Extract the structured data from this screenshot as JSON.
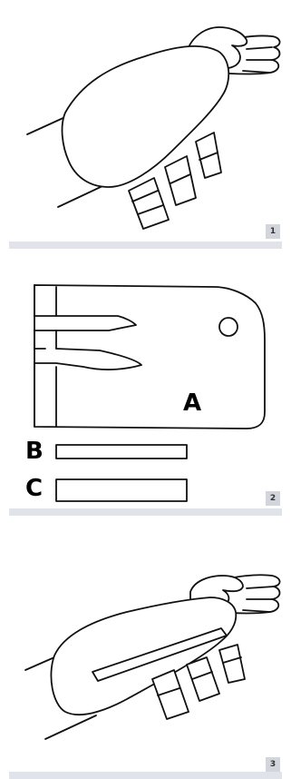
{
  "steps": [
    {
      "number": "1"
    },
    {
      "number": "2",
      "labels": {
        "a": "A",
        "b": "B",
        "c": "C"
      }
    },
    {
      "number": "3"
    }
  ]
}
